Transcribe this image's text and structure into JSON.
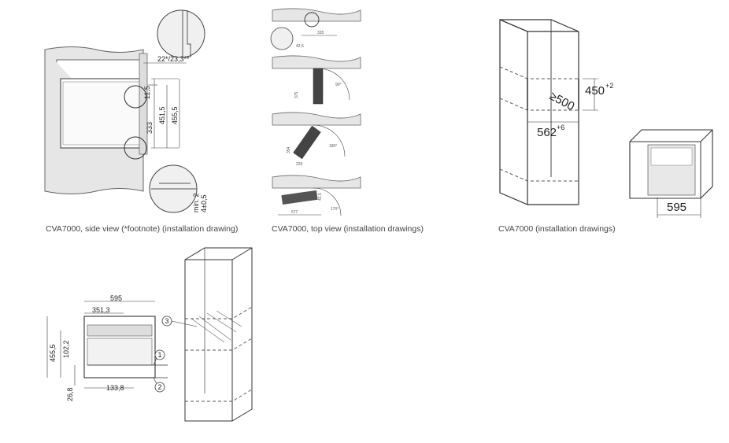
{
  "captions": {
    "side_view": "CVA7000, side view (*footnote) (installation drawing)",
    "top_view": "CVA7000, top view (installation drawings)",
    "installation": "CVA7000 (installation drawings)"
  },
  "side_view": {
    "dim_top": "22*/23,3**",
    "dim_a": "11,5",
    "dim_b": "333",
    "dim_c": "451,5",
    "dim_d": "455,5",
    "dim_e": "min. 2",
    "dim_f": "4±0,5"
  },
  "top_view": {
    "d1": "335",
    "d2": "42,5",
    "d3": "375",
    "d4": "90°",
    "d5": "354",
    "d6": "229",
    "d7": "180°",
    "d8": "577",
    "d9": "170°",
    "d10": "42,5"
  },
  "cabinet": {
    "niche_depth": "≥500",
    "niche_height": "450",
    "niche_height_tol": "+2",
    "niche_width": "562",
    "niche_width_tol": "+6",
    "appliance_width": "595"
  },
  "front_view": {
    "w_total": "595",
    "w_351": "351,3",
    "h_455": "455,5",
    "h_102": "102,2",
    "h_26": "26,8",
    "w_133": "133,8",
    "callout_1": "1",
    "callout_2": "2",
    "callout_3": "3"
  }
}
